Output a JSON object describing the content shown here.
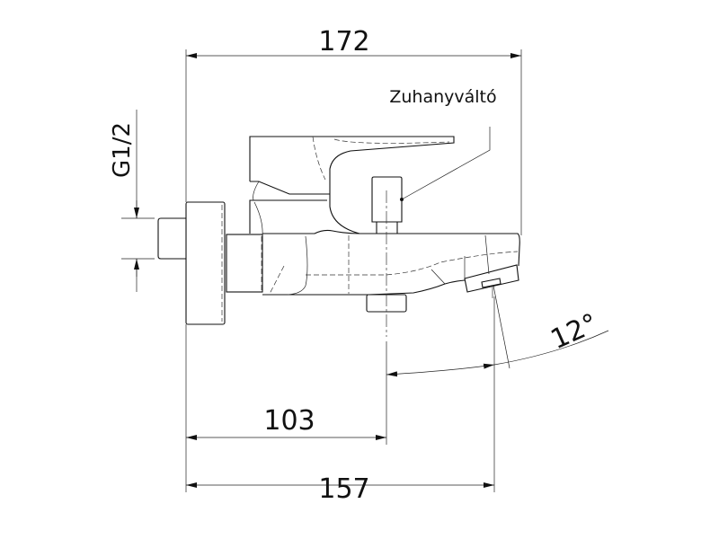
{
  "drawing": {
    "dimensions": {
      "overall_width": "172",
      "to_diverter": "103",
      "to_spout": "157",
      "connection_thread": "G1/2",
      "spout_angle": "12°"
    },
    "label": "Zuhanyváltó",
    "line_color": "#111111"
  }
}
